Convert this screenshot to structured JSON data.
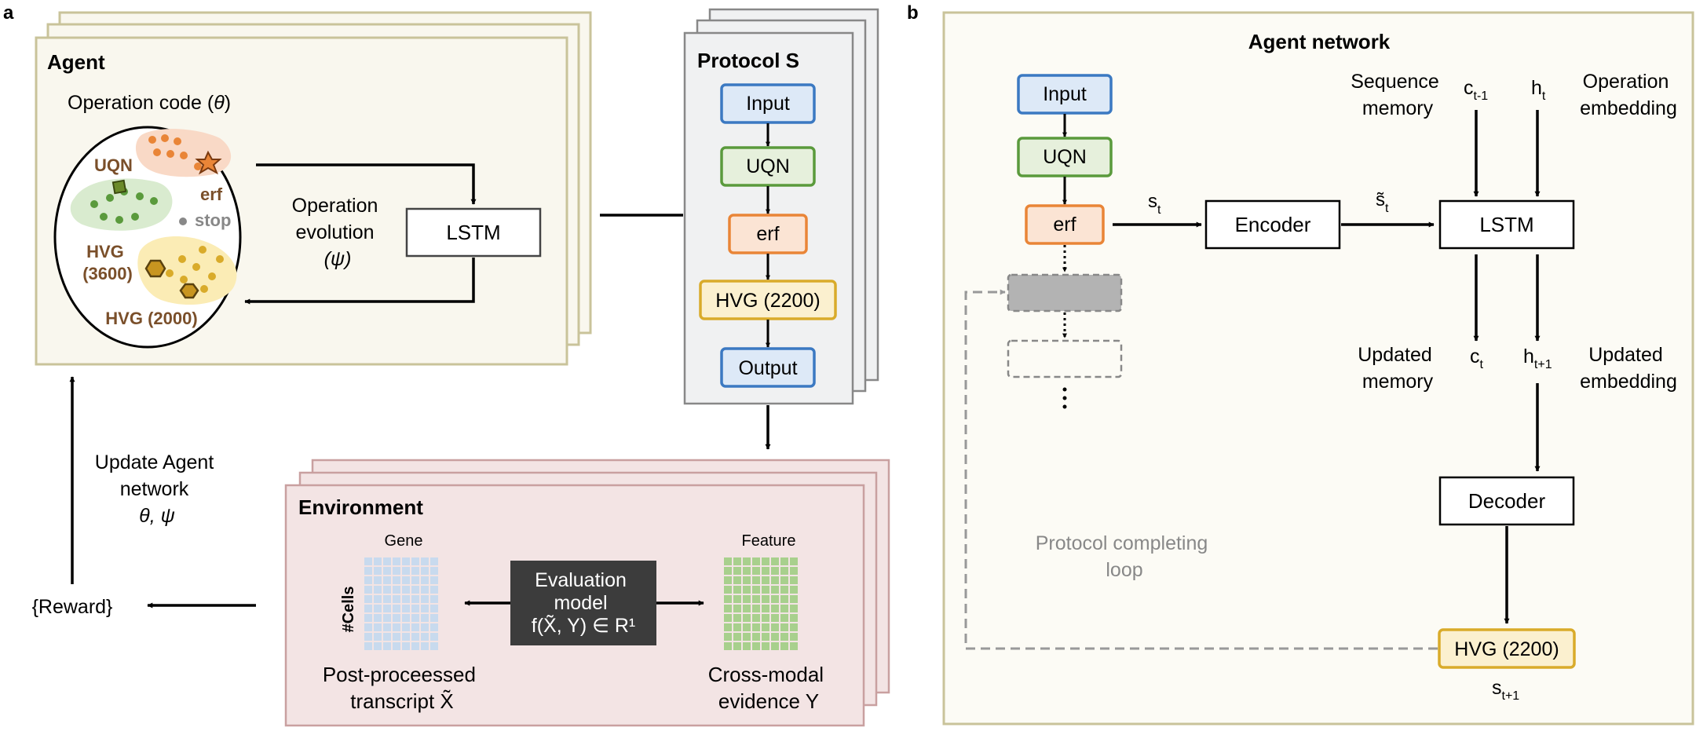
{
  "panel_a": {
    "letter": "a",
    "agent": {
      "title": "Agent",
      "opcode_label": "Operation code (",
      "opcode_theta": "θ",
      "opcode_close": ")",
      "uqn": "UQN",
      "erf": "erf",
      "stop": "stop",
      "hvg_3600_line1": "HVG",
      "hvg_3600_line2": "(3600)",
      "hvg_2000": "HVG (2000)",
      "evolution_line1": "Operation",
      "evolution_line2": "evolution",
      "evolution_line3": "(ψ)",
      "lstm": "LSTM"
    },
    "protocol": {
      "title": "Protocol S",
      "steps": [
        "Input",
        "UQN",
        "erf",
        "HVG (2200)",
        "Output"
      ]
    },
    "environment": {
      "title": "Environment",
      "gene": "Gene",
      "cells": "#Cells",
      "feature": "Feature",
      "eval_line1": "Evaluation",
      "eval_line2": "model",
      "eval_line3": "f(X̃, Y) ∈ R¹",
      "post_line1": "Post-proceessed",
      "post_line2": "transcript X̃",
      "cross_line1": "Cross-modal",
      "cross_line2": "evidence Y"
    },
    "update_line1": "Update Agent",
    "update_line2": "network",
    "update_line3": "θ, ψ",
    "reward": "{Reward}"
  },
  "panel_b": {
    "letter": "b",
    "title": "Agent network",
    "input": "Input",
    "uqn": "UQN",
    "erf": "erf",
    "encoder": "Encoder",
    "lstm": "LSTM",
    "decoder": "Decoder",
    "hvg": "HVG (2200)",
    "s_t": "s",
    "s_t_sub": "t",
    "s_tilde": "s̃",
    "s_tilde_sub": "t",
    "seq_mem_line1": "Sequence",
    "seq_mem_line2": "memory",
    "c_prev": "c",
    "c_prev_sub": "t-1",
    "h_t": "h",
    "h_t_sub": "t",
    "op_emb_line1": "Operation",
    "op_emb_line2": "embedding",
    "upd_mem_line1": "Updated",
    "upd_mem_line2": "memory",
    "c_t": "c",
    "c_t_sub": "t",
    "h_next": "h",
    "h_next_sub": "t+1",
    "upd_emb_line1": "Updated",
    "upd_emb_line2": "embedding",
    "loop_line1": "Protocol completing",
    "loop_line2": "loop",
    "s_next": "s",
    "s_next_sub": "t+1"
  },
  "colors": {
    "agent_border": "#c9c39a",
    "agent_fill": "#f9f7ee",
    "protocol_fill": "#f0f1f2",
    "env_border": "#c9a0a0",
    "env_fill": "#f3e4e4",
    "panel_b_fill": "#fcfbf5",
    "input_stroke": "#3b79c2",
    "input_fill": "#dde9f7",
    "uqn_stroke": "#5a9a3c",
    "uqn_fill": "#e6f0dc",
    "erf_stroke": "#e98537",
    "erf_fill": "#fbe4d4",
    "hvg_stroke": "#d9ab2a",
    "hvg_fill": "#fbf0cf",
    "output_stroke": "#3b79c2",
    "eval_fill": "#3c3c3c",
    "gene_grid": "#c8daee",
    "feature_grid": "#a8d08d"
  }
}
